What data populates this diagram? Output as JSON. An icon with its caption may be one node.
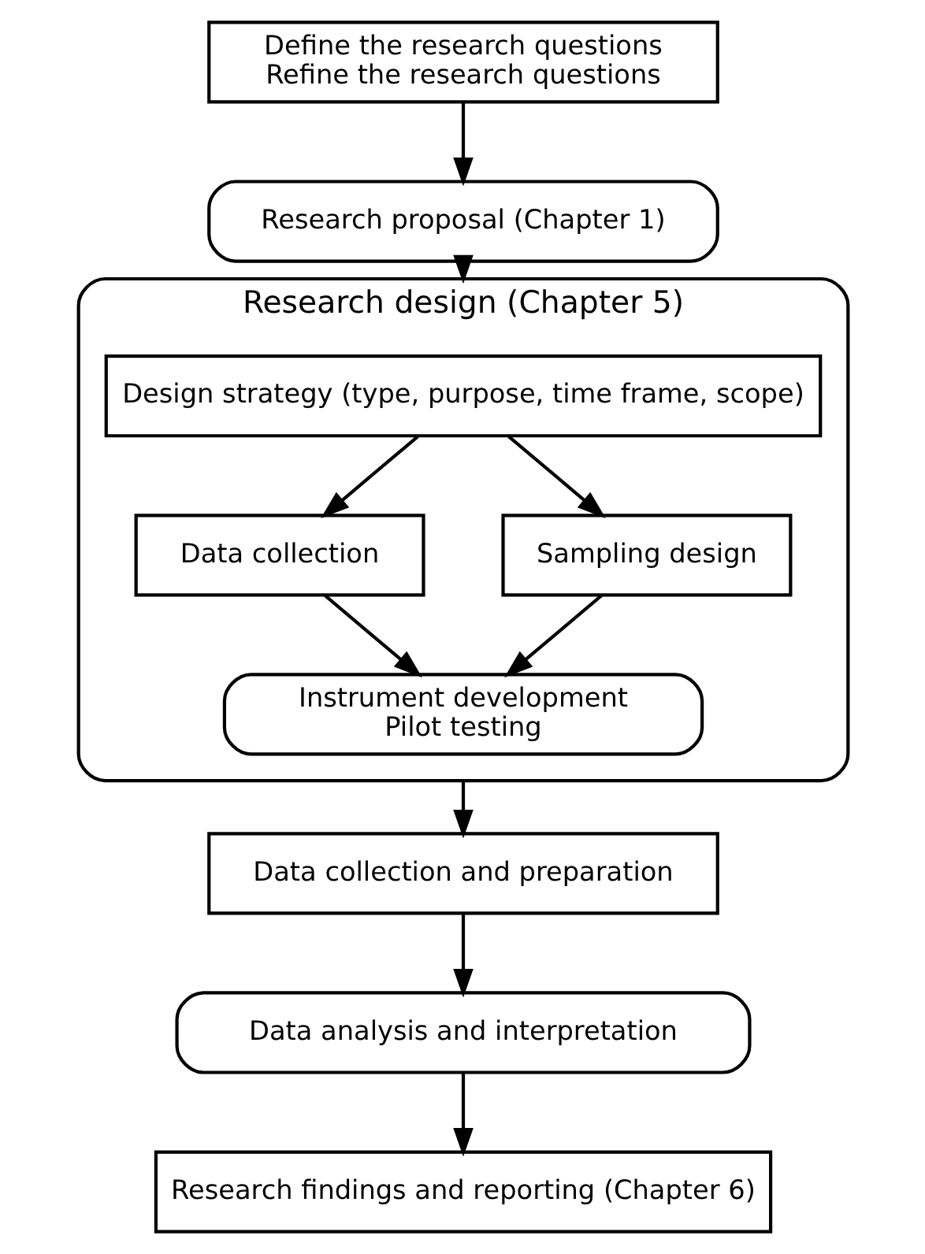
{
  "diagram": {
    "nodes": [
      {
        "text": [
          "Define the research questions",
          "Refine the research questions"
        ]
      },
      {
        "text": [
          "Research proposal (Chapter 1)"
        ]
      },
      {
        "text": [
          "Research design (Chapter 5)"
        ]
      },
      {
        "text": [
          "Design strategy (type, purpose, time frame, scope)"
        ],
        "in": 2
      },
      {
        "text": [
          "Data collection"
        ],
        "in": 2
      },
      {
        "text": [
          "Sampling design"
        ],
        "in": 2
      },
      {
        "text": [
          "Instrument development",
          "Pilot testing"
        ],
        "in": 2
      },
      {
        "text": [
          "Data collection and preparation"
        ]
      },
      {
        "text": [
          "Data analysis and interpretation"
        ]
      },
      {
        "text": [
          "Research findings and reporting (Chapter 6)"
        ]
      }
    ],
    "edges": [
      {
        "from": 0,
        "to": 1,
        "arrow": "to"
      },
      {
        "from": 1,
        "to": 2,
        "arrow": "to"
      },
      {
        "from": 3,
        "to": 4,
        "arrow": "to"
      },
      {
        "from": 3,
        "to": 5,
        "arrow": "to"
      },
      {
        "from": 4,
        "to": 6,
        "arrow": "to"
      },
      {
        "from": 5,
        "to": 6,
        "arrow": "to"
      },
      {
        "from": 2,
        "to": 7,
        "arrow": "to"
      },
      {
        "from": 7,
        "to": 8,
        "arrow": "to"
      },
      {
        "from": 8,
        "to": 9,
        "arrow": "to"
      }
    ]
  }
}
